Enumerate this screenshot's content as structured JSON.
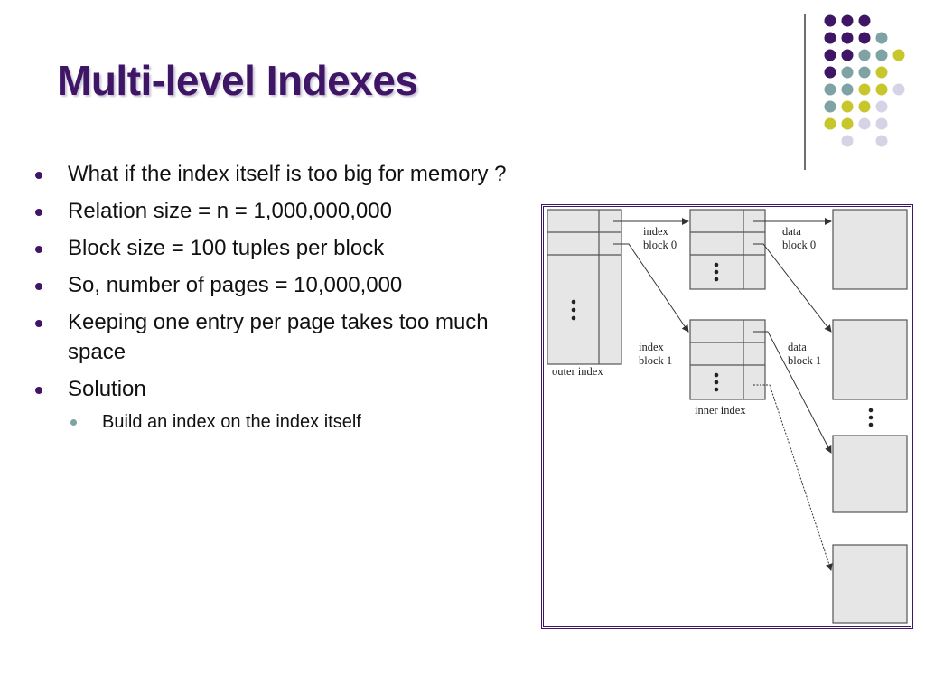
{
  "slide": {
    "title": "Multi-level Indexes"
  },
  "bullets": [
    "What if the index itself is too big for memory ?",
    "Relation size = n = 1,000,000,000",
    "Block size = 100 tuples per block",
    "So, number of pages = 10,000,000",
    "Keeping one entry per page takes too much space",
    "Solution"
  ],
  "sub_bullets": [
    "Build an index on the index itself"
  ],
  "figure": {
    "outer_index": "outer index",
    "inner_index": "inner index",
    "index_block_0": [
      "index",
      "block 0"
    ],
    "index_block_1": [
      "index",
      "block 1"
    ],
    "data_block_0": [
      "data",
      "block 0"
    ],
    "data_block_1": [
      "data",
      "block 1"
    ]
  },
  "theme": {
    "title_color": "#3f1566",
    "purple": "#3f1566",
    "teal": "#7fa3a4",
    "lime": "#c7c62a",
    "lavender": "#d6d3e6",
    "block_fill": "#e6e6e6"
  }
}
